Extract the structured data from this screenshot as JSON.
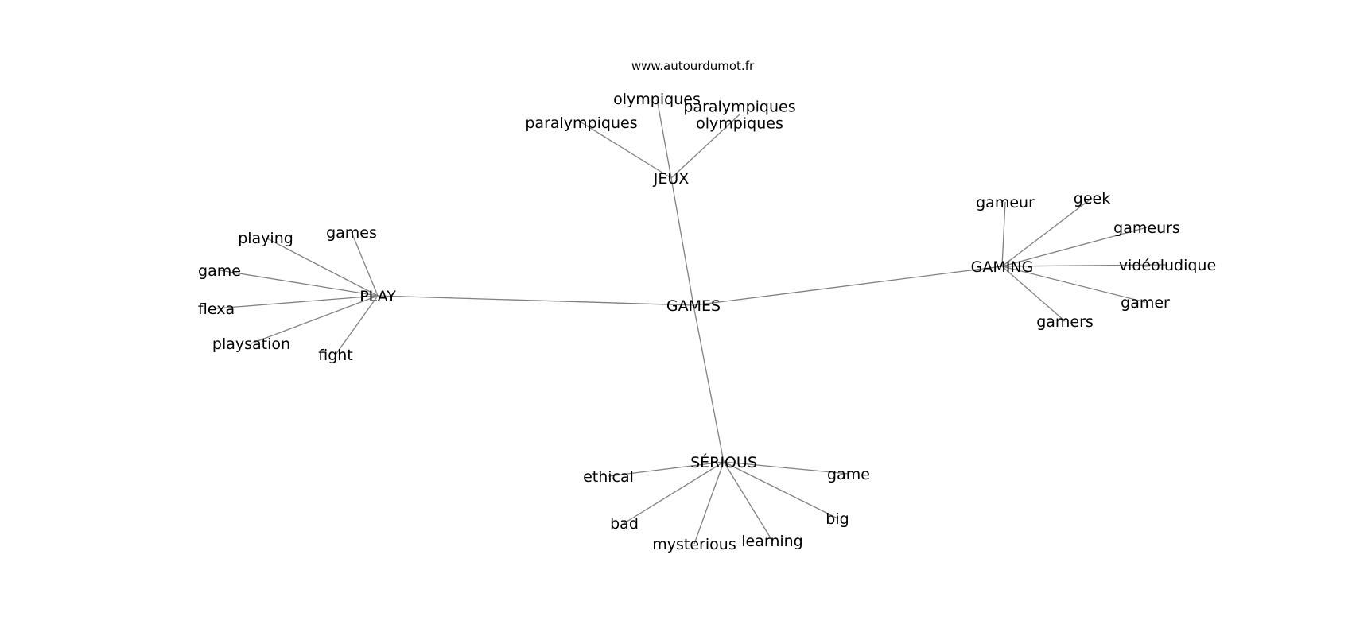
{
  "source": "www.autourdumot.fr",
  "graph": {
    "center": "GAMES",
    "branches": [
      {
        "label": "JEUX",
        "children": [
          "olympiques",
          "paralympiques",
          "paralympiques\nolympiques"
        ]
      },
      {
        "label": "GAMING",
        "children": [
          "gameur",
          "geek",
          "gameurs",
          "vidéoludique",
          "gamer",
          "gamers"
        ]
      },
      {
        "label": "PLAY",
        "children": [
          "games",
          "playing",
          "game",
          "flexa",
          "playsation",
          "fight"
        ]
      },
      {
        "label": "SÉRIOUS",
        "children": [
          "ethical",
          "game",
          "bad",
          "mysterious",
          "learning",
          "big"
        ]
      }
    ]
  }
}
